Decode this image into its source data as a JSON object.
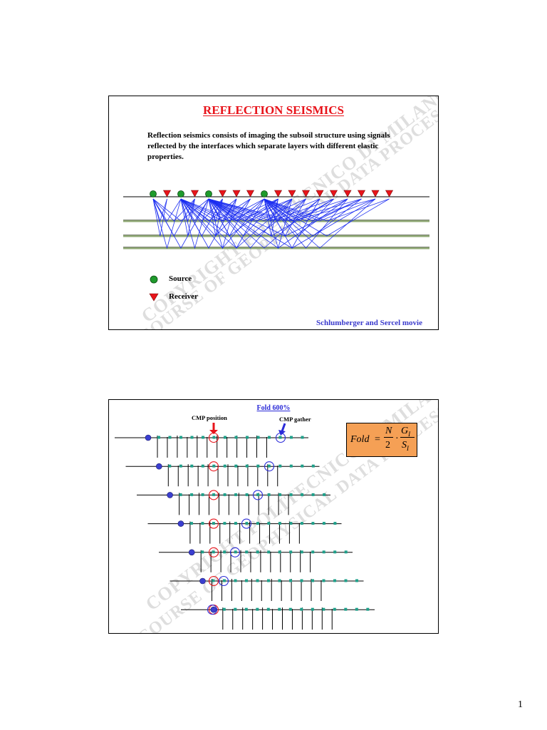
{
  "slide1": {
    "title": "REFLECTION SEISMICS",
    "body": "Reflection seismics consists of imaging the subsoil structure using signals reflected by the interfaces which separate layers with different elastic properties.",
    "legend": {
      "source_label": "Source",
      "receiver_label": "Receiver"
    },
    "credit": "Schlumberger and Sercel movie",
    "watermark_line1": "COPYRIGHT POLITECNICO DI MILANO",
    "watermark_line2": "COURSE OF GEOPHYSICAL DATA PROCESSING",
    "colors": {
      "title": "#e8141b",
      "source": "#1f9a2c",
      "receiver": "#e8141b",
      "rays": "#1a2cf0",
      "credit": "#3a3acc"
    }
  },
  "slide2": {
    "title": "Fold 600%",
    "cmp_position_label": "CMP position",
    "cmp_gather_label": "CMP gather",
    "formula": {
      "lhs": "Fold",
      "numerator_a": "N",
      "denominator_a": "2",
      "numerator_b": "G",
      "sub_b": "I",
      "denominator_b": "S",
      "sub_b2": "I"
    },
    "watermark_line1": "COPYRIGHT POLITECNICO DI MILANO",
    "watermark_line2": "COURSE OF GEOPHYSICAL DATA PROCESSING",
    "rows": 7,
    "colors": {
      "source": "#3b3fd0",
      "receiver": "#1fa08a",
      "cmp_circle": "#e8141b",
      "gather_circle": "#2b2bd8",
      "formula_bg": "#f5a055"
    }
  },
  "page_number": "1"
}
